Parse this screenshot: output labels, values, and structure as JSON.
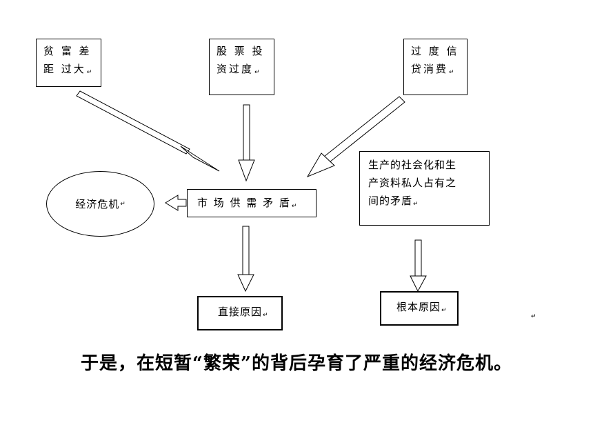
{
  "nodes": {
    "wealth_gap": {
      "lines": [
        "贫 富 差",
        "距 过大"
      ],
      "mark": "↵"
    },
    "stock_speculation": {
      "lines": [
        "股 票 投",
        "资过度"
      ],
      "mark": "↵"
    },
    "credit_consumption": {
      "lines": [
        "过 度 信",
        "贷消费"
      ],
      "mark": "↵"
    },
    "social_private_contradiction": {
      "lines": [
        "生产的社会化和生",
        "产资料私人占有之",
        "间的矛盾"
      ],
      "mark": "↵"
    },
    "market_contradiction": {
      "lines": [
        "市 场 供 需 矛 盾"
      ],
      "mark": "↵"
    },
    "economic_crisis": {
      "text": "经济危机",
      "mark": "↵"
    },
    "direct_cause": {
      "text": "直接原因",
      "mark": "↵"
    },
    "root_cause": {
      "text": "根本原因",
      "mark": "↵"
    }
  },
  "stray_mark": "↵",
  "caption": "于是，在短暂“繁荣”的背后孕育了严重的经济危机。"
}
